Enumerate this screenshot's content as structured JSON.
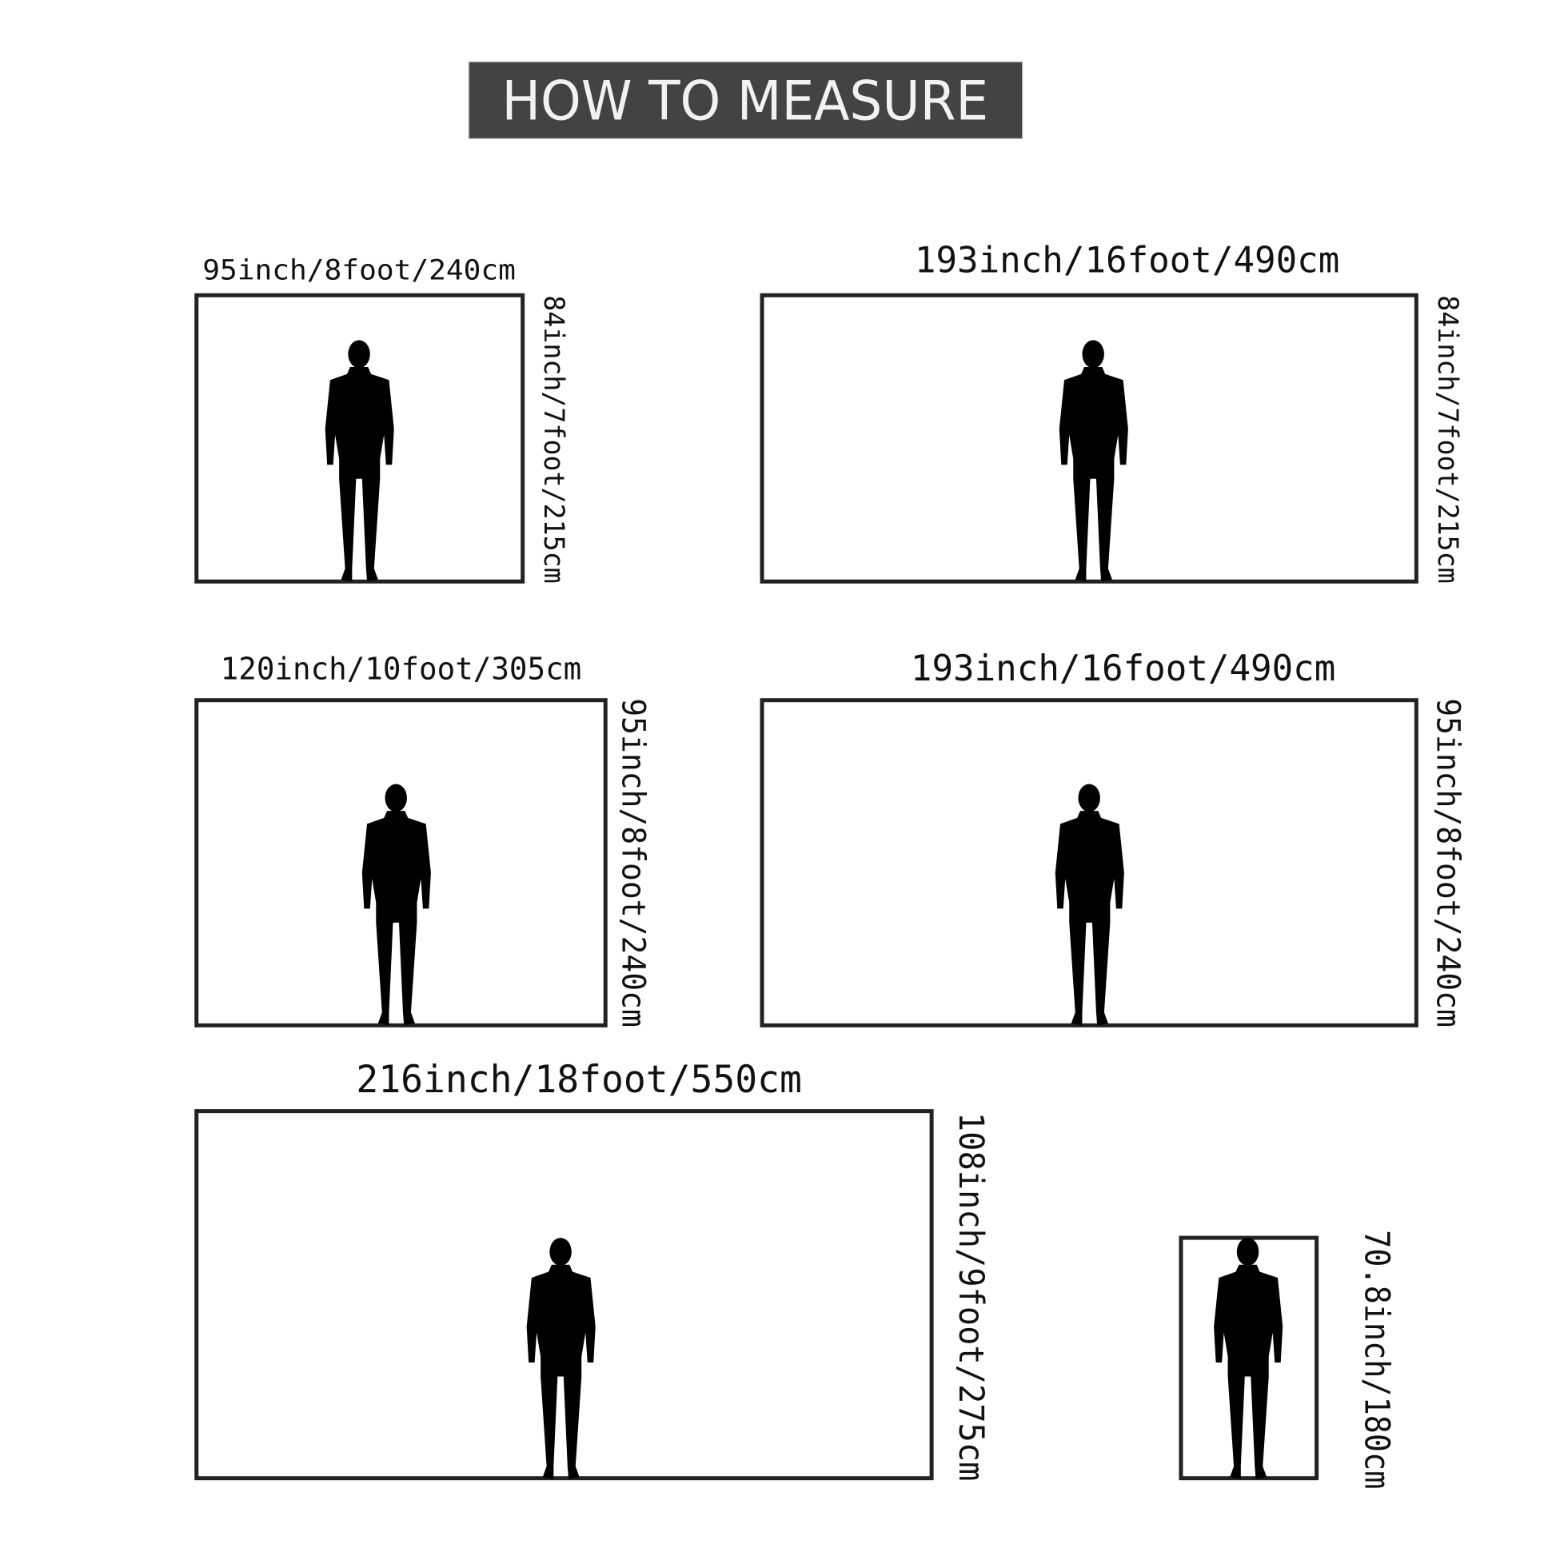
{
  "title": "HOW TO MEASURE",
  "colors": {
    "title_bg": "#434343",
    "title_text": "#f2f2f2",
    "frame": "#222222",
    "silhouette": "#000000"
  },
  "icons": {
    "person": "person-silhouette-icon"
  },
  "sizes": [
    {
      "width_label": "95inch/8foot/240cm",
      "height_label": "84inch/7foot/215cm"
    },
    {
      "width_label": "193inch/16foot/490cm",
      "height_label": "84inch/7foot/215cm"
    },
    {
      "width_label": "120inch/10foot/305cm",
      "height_label": "95inch/8foot/240cm"
    },
    {
      "width_label": "193inch/16foot/490cm",
      "height_label": "95inch/8foot/240cm"
    },
    {
      "width_label": "216inch/18foot/550cm",
      "height_label": "108inch/9foot/275cm"
    },
    {
      "width_label": "",
      "height_label": "70.8inch/180cm"
    }
  ]
}
